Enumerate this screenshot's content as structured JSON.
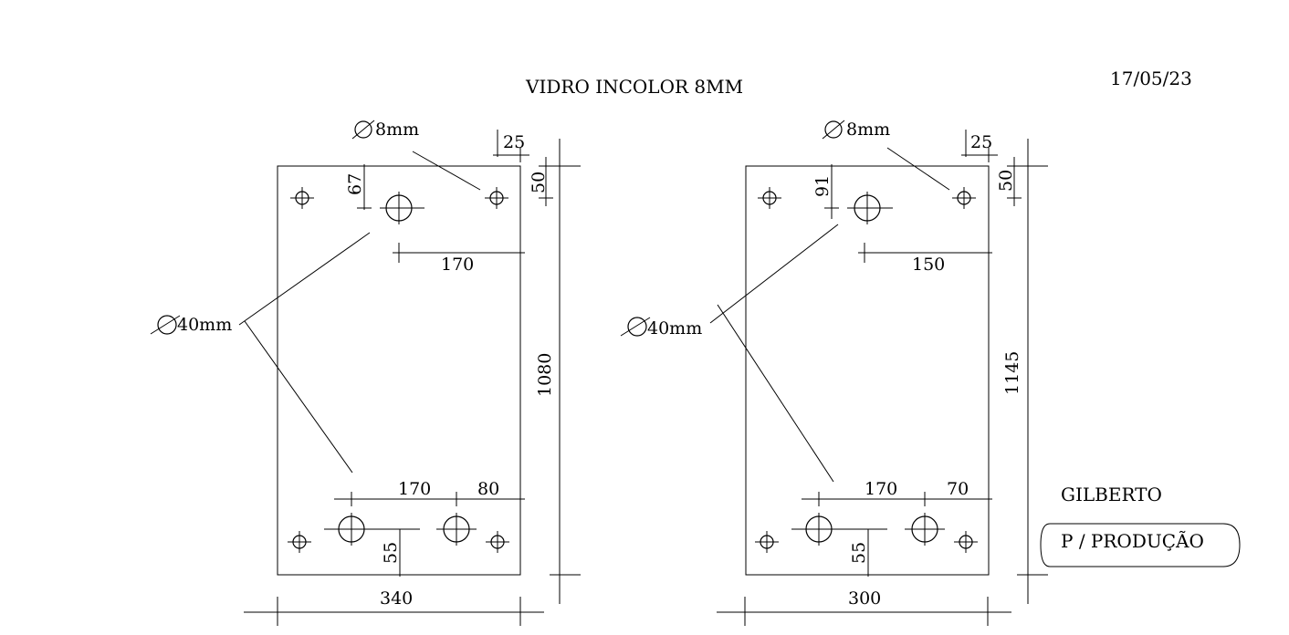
{
  "header": {
    "title": "VIDRO INCOLOR 8MM",
    "date": "17/05/23"
  },
  "glass_left": {
    "hole_small_label": "8mm",
    "hole_large_label": "40mm",
    "dims": {
      "top_corner": "25",
      "top_offset": "50",
      "upper_hole_depth": "67",
      "upper_hole_x": "170",
      "height": "1080",
      "lower_spacing": "170",
      "lower_edge": "80",
      "lower_hole_depth": "55",
      "width": "340"
    }
  },
  "glass_right": {
    "hole_small_label": "8mm",
    "hole_large_label": "40mm",
    "dims": {
      "top_corner": "25",
      "top_offset": "50",
      "upper_hole_depth": "91",
      "upper_hole_x": "150",
      "height": "1145",
      "lower_spacing": "170",
      "lower_edge": "70",
      "lower_hole_depth": "55",
      "width": "300"
    }
  },
  "footer": {
    "author": "GILBERTO",
    "status": "P / PRODUÇÃO"
  },
  "colors": {
    "line": "#000000",
    "background": "#ffffff"
  }
}
